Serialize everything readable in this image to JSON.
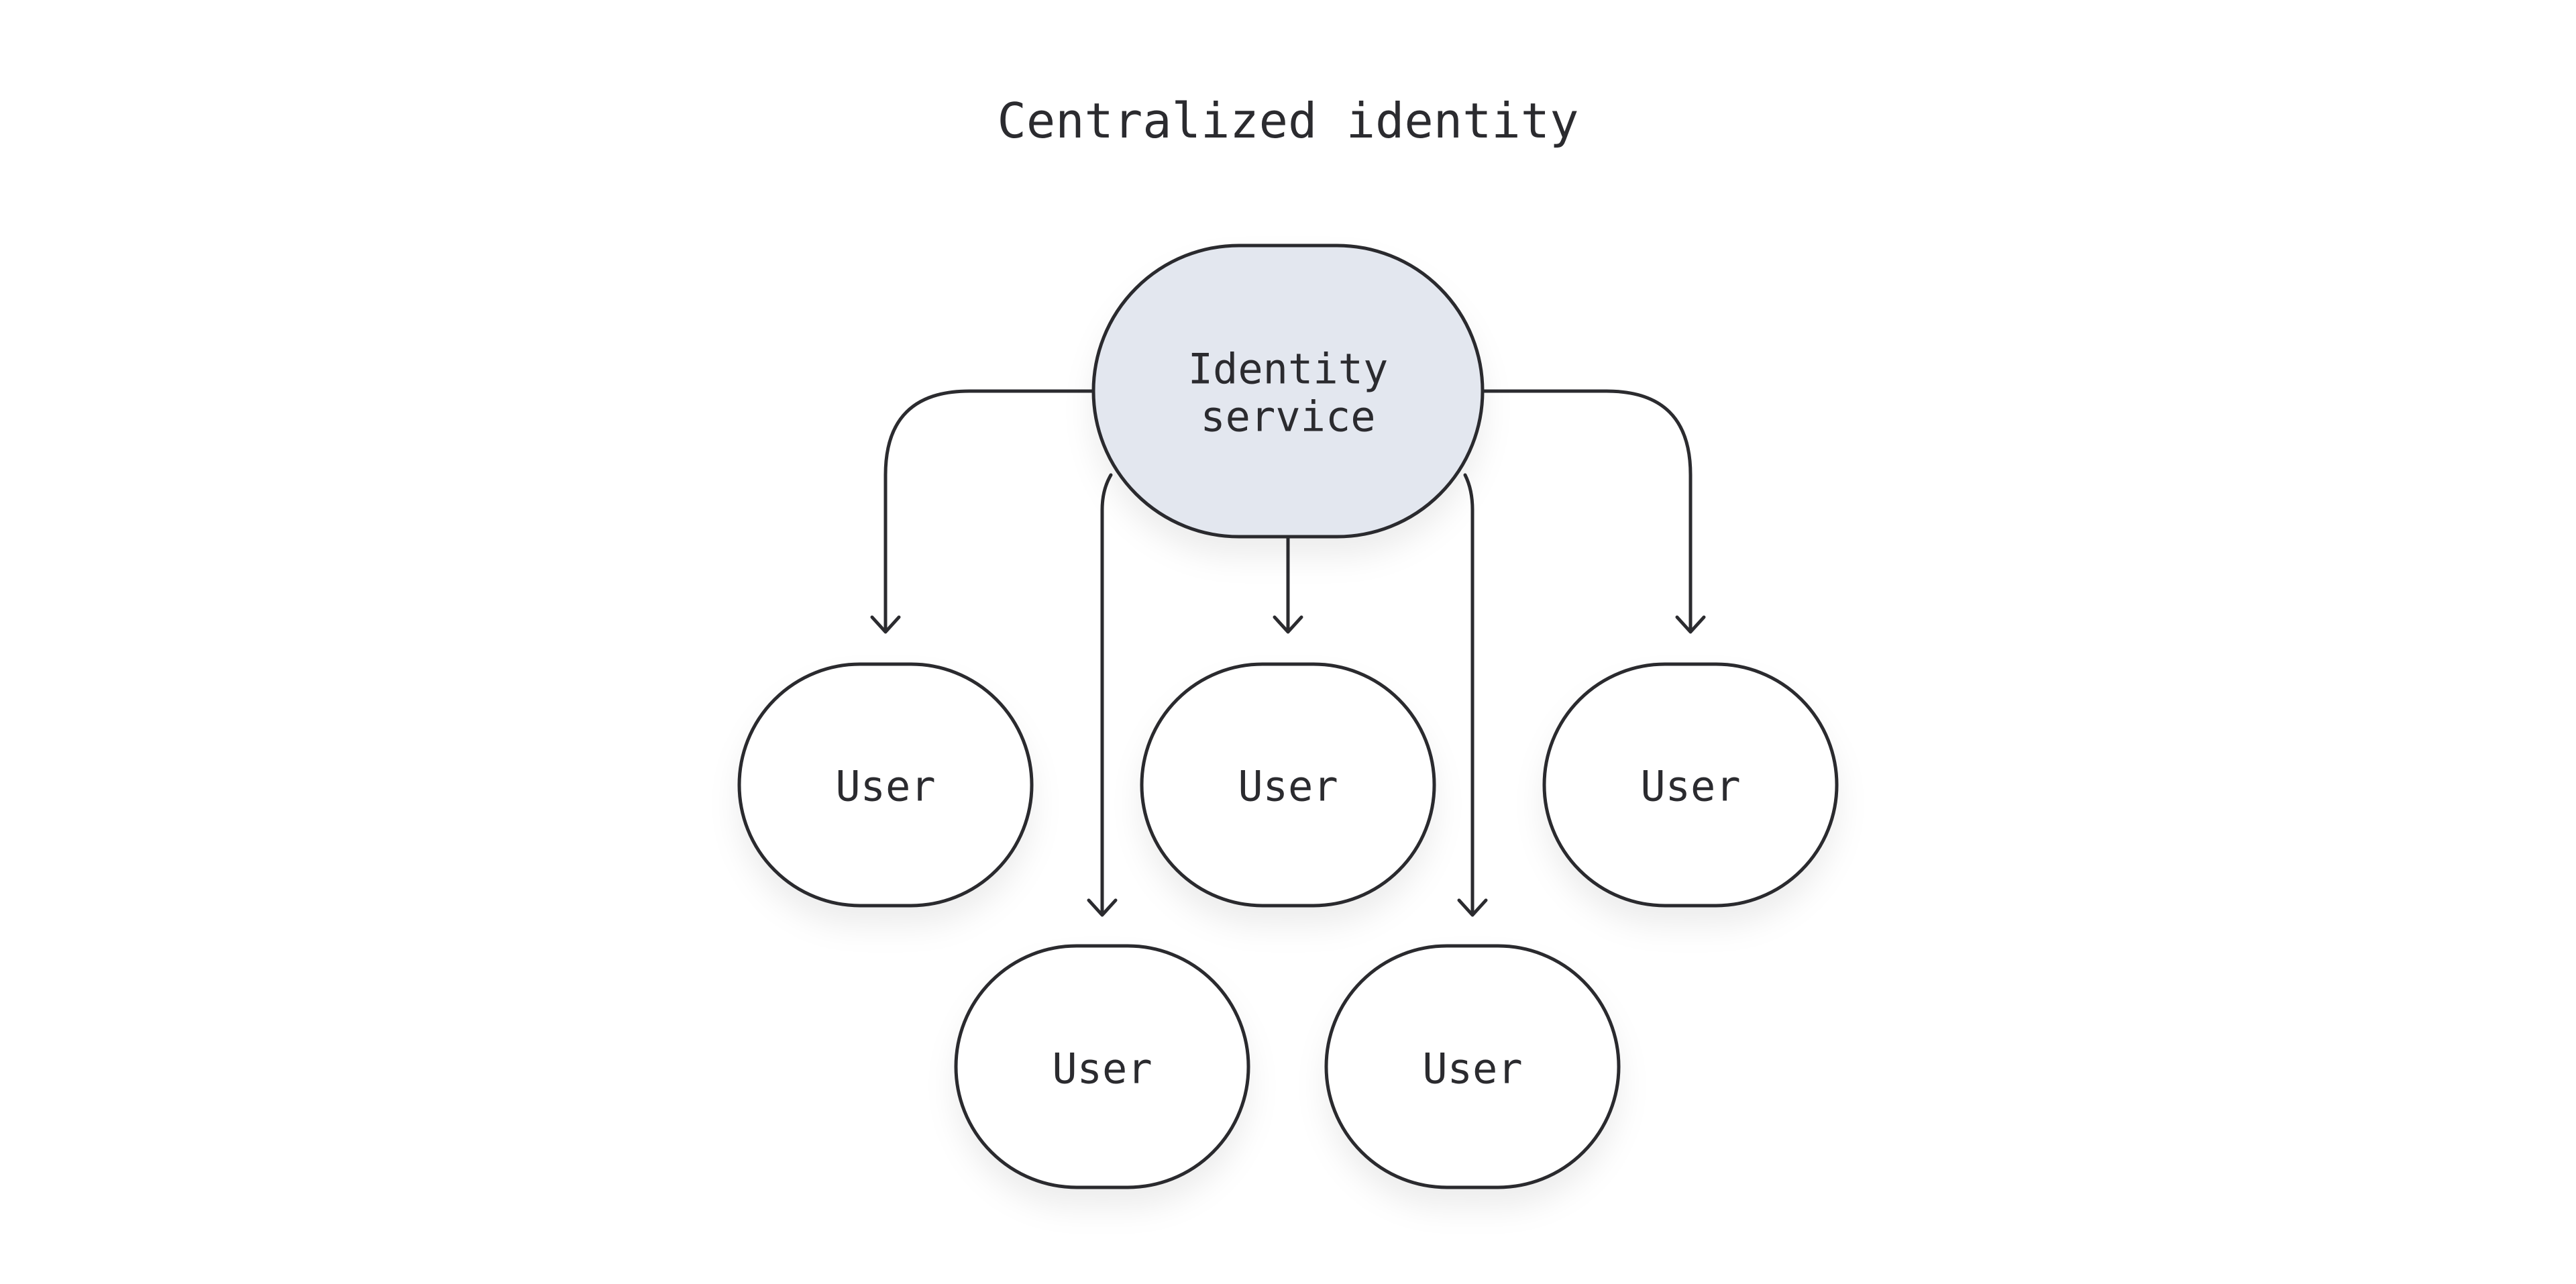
{
  "diagram": {
    "title": "Centralized identity",
    "colors": {
      "stroke": "#2b2b2f",
      "service_fill": "#e3e7ef",
      "user_fill": "#ffffff",
      "text": "#2b2b2f",
      "background": "#ffffff"
    },
    "service": {
      "lines": [
        "Identity",
        "service"
      ]
    },
    "users": [
      {
        "label": "User"
      },
      {
        "label": "User"
      },
      {
        "label": "User"
      },
      {
        "label": "User"
      },
      {
        "label": "User"
      }
    ],
    "edges": [
      {
        "from": "service",
        "to": "user-1"
      },
      {
        "from": "service",
        "to": "user-2"
      },
      {
        "from": "service",
        "to": "user-3"
      },
      {
        "from": "service",
        "to": "user-4"
      },
      {
        "from": "service",
        "to": "user-5"
      }
    ]
  }
}
